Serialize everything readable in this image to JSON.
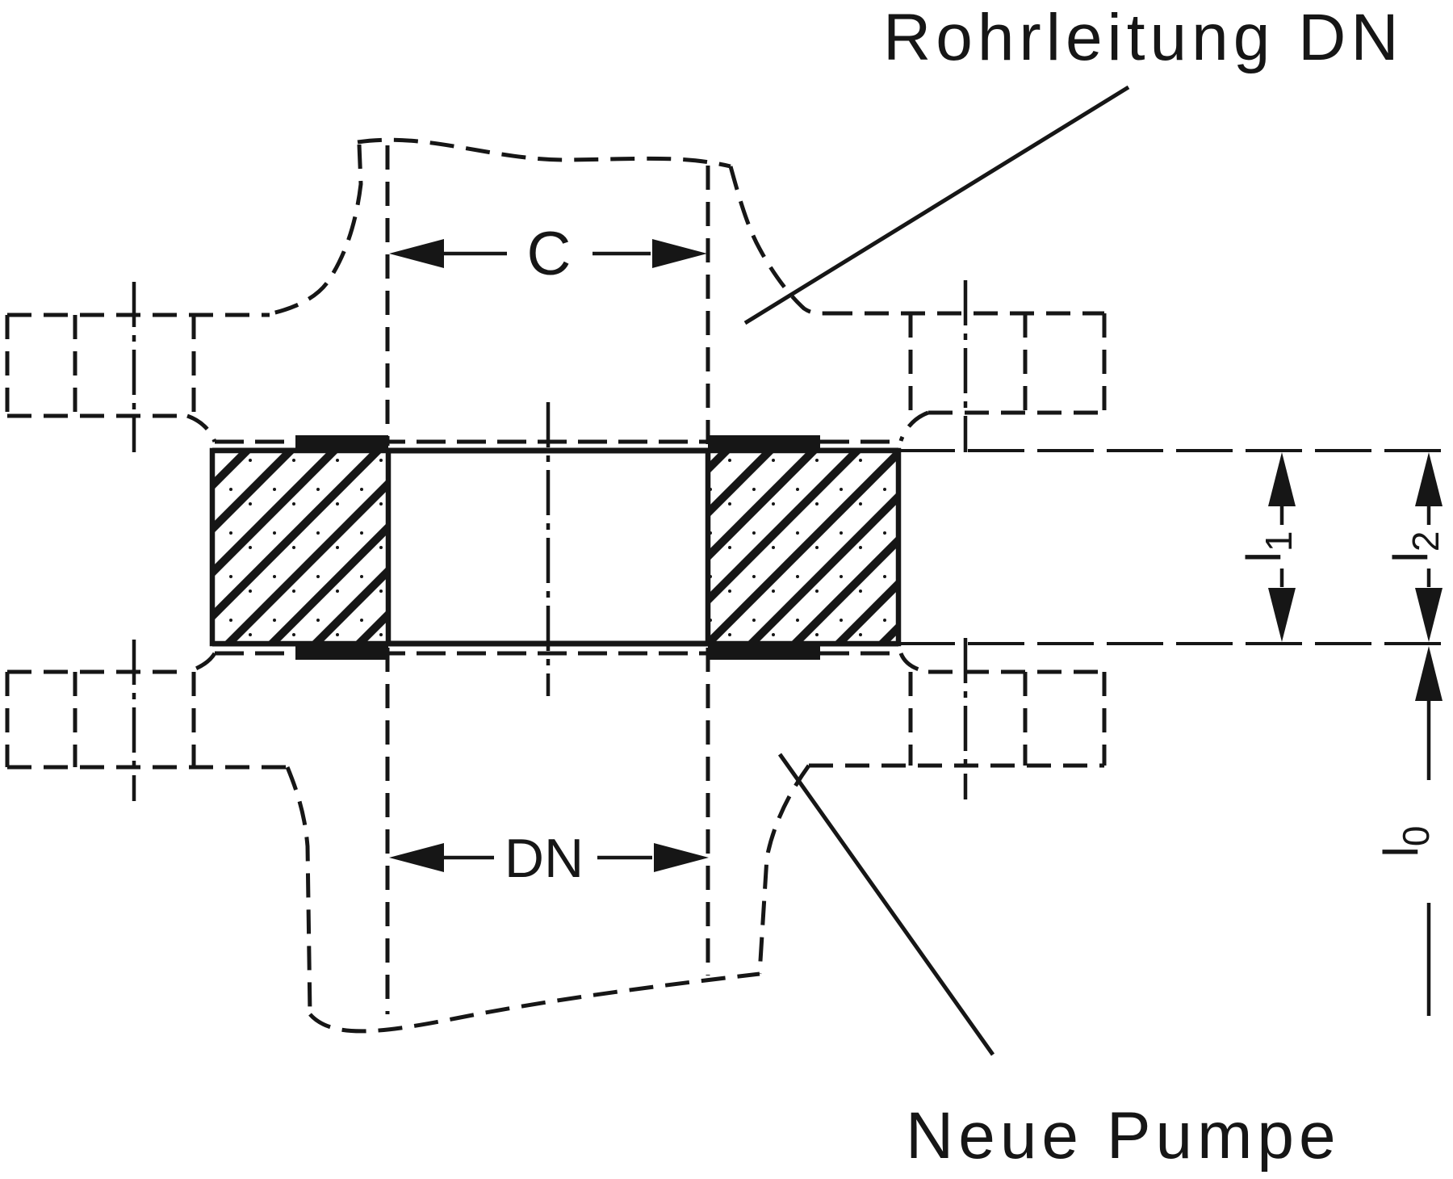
{
  "meta": {
    "type": "technical-drawing-flange-adapter",
    "background": "#ffffff",
    "ink": "#161616"
  },
  "callouts": {
    "pipeline": "Rohrleitung DN",
    "pump": "Neue Pumpe"
  },
  "dimensions": {
    "c": "C",
    "dn": "DN",
    "l1": {
      "base": "l",
      "sub": "1"
    },
    "l2": {
      "base": "l",
      "sub": "2"
    },
    "l0": {
      "base": "l",
      "sub": "0"
    }
  }
}
